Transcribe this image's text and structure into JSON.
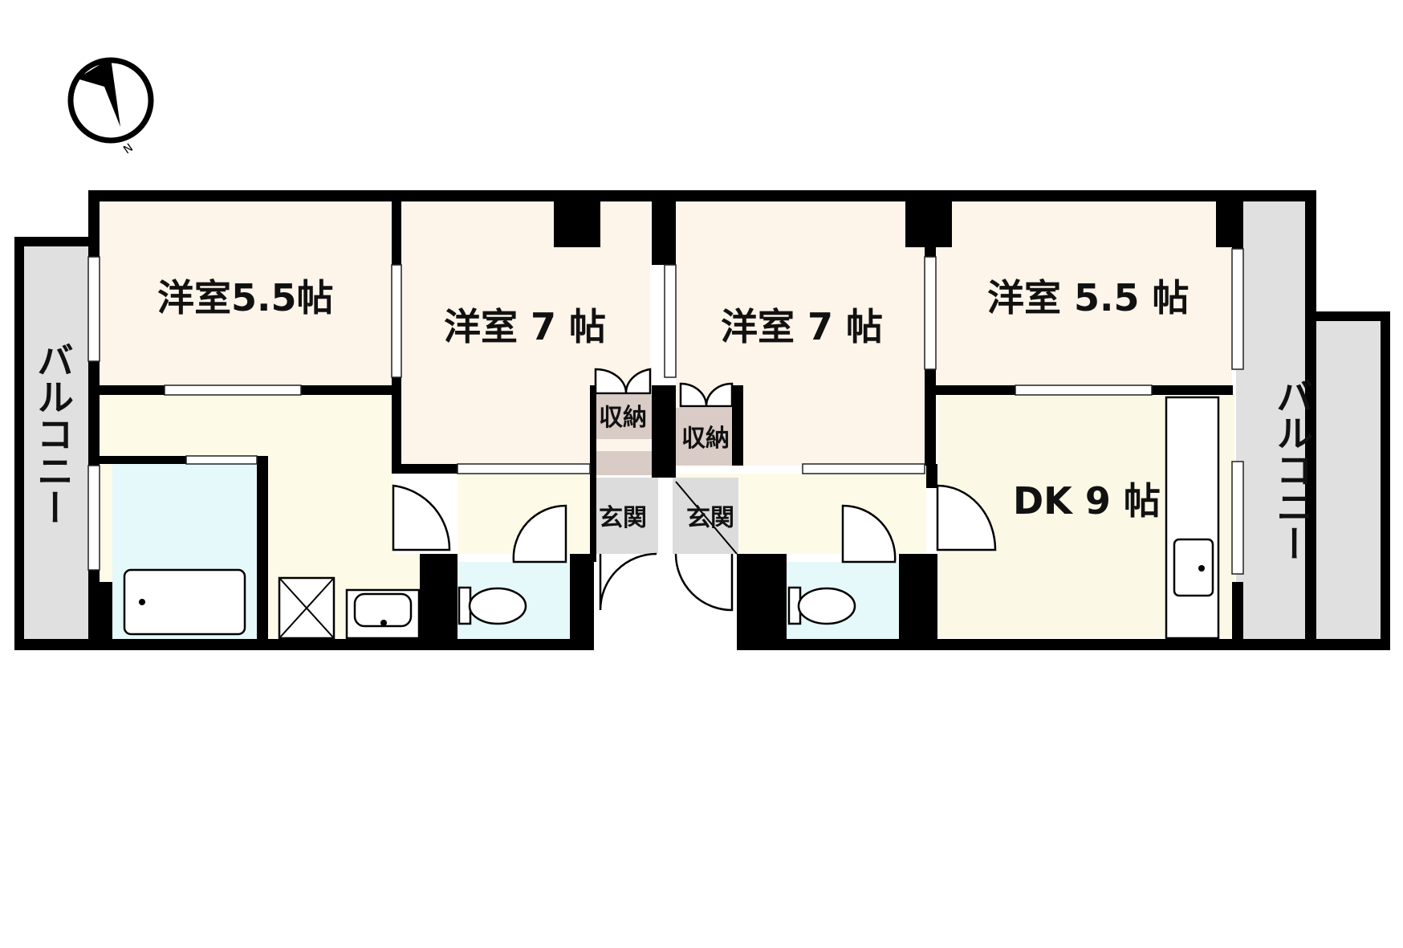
{
  "compass": {
    "letter": "N"
  },
  "rooms": {
    "western1": "洋室5.5帖",
    "western2": "洋室 7 帖",
    "western3": "洋室 7 帖",
    "western4": "洋室 5.5 帖",
    "dk": "DK 9 帖",
    "storage1": "収納",
    "storage2": "収納",
    "entrance1": "玄関",
    "entrance2": "玄関",
    "balcony_left": "バルコニー",
    "balcony_right": "バルコニー"
  },
  "colors": {
    "western": "#fdf4ea",
    "corridor": "#fdfbe7",
    "bath": "#e5f8fa",
    "toilet": "#e5f8fa",
    "storage": "#d9cbc6",
    "entrance": "#dcdcdc",
    "balcony": "#e0e0e0",
    "dk": "#fbf9e6",
    "wall": "#000000"
  }
}
